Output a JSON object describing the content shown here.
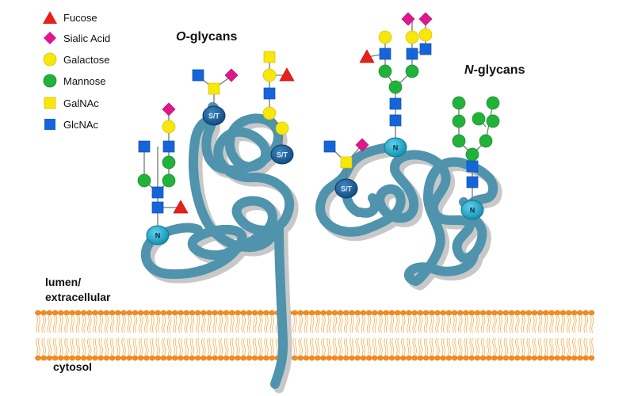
{
  "legend": [
    {
      "label": "Fucose",
      "shape": "triangle",
      "color": "#e8201a",
      "icon": "fucose-triangle-icon"
    },
    {
      "label": "Sialic Acid",
      "shape": "diamond",
      "color": "#e2168c",
      "icon": "sialic-acid-diamond-icon"
    },
    {
      "label": "Galactose",
      "shape": "circle",
      "color": "#f7e70a",
      "icon": "galactose-circle-icon"
    },
    {
      "label": "Mannose",
      "shape": "circle",
      "color": "#21b23a",
      "icon": "mannose-circle-icon"
    },
    {
      "label": "GalNAc",
      "shape": "square",
      "color": "#f7e70a",
      "icon": "galnac-square-icon"
    },
    {
      "label": "GlcNAc",
      "shape": "square",
      "color": "#1565d8",
      "icon": "glcnac-square-icon"
    }
  ],
  "titles": {
    "o_glycans": {
      "prefix": "O",
      "suffix": "-glycans"
    },
    "n_glycans": {
      "prefix": "N",
      "suffix": "-glycans"
    }
  },
  "regions": {
    "lumen_line1": "lumen/",
    "lumen_line2": "extracellular",
    "cytosol": "cytosol"
  },
  "site_labels": {
    "n_site": "N",
    "st_site": "S/T"
  },
  "colors": {
    "protein": "#4f93ad",
    "protein_shadow": "#c4c4c4",
    "n_site_fill": "#23a4c6",
    "st_site_fill": "#1c5f96",
    "lipid_head": "#f28c1e",
    "lipid_tail": "#f5b45f",
    "linkage": "#777777"
  }
}
